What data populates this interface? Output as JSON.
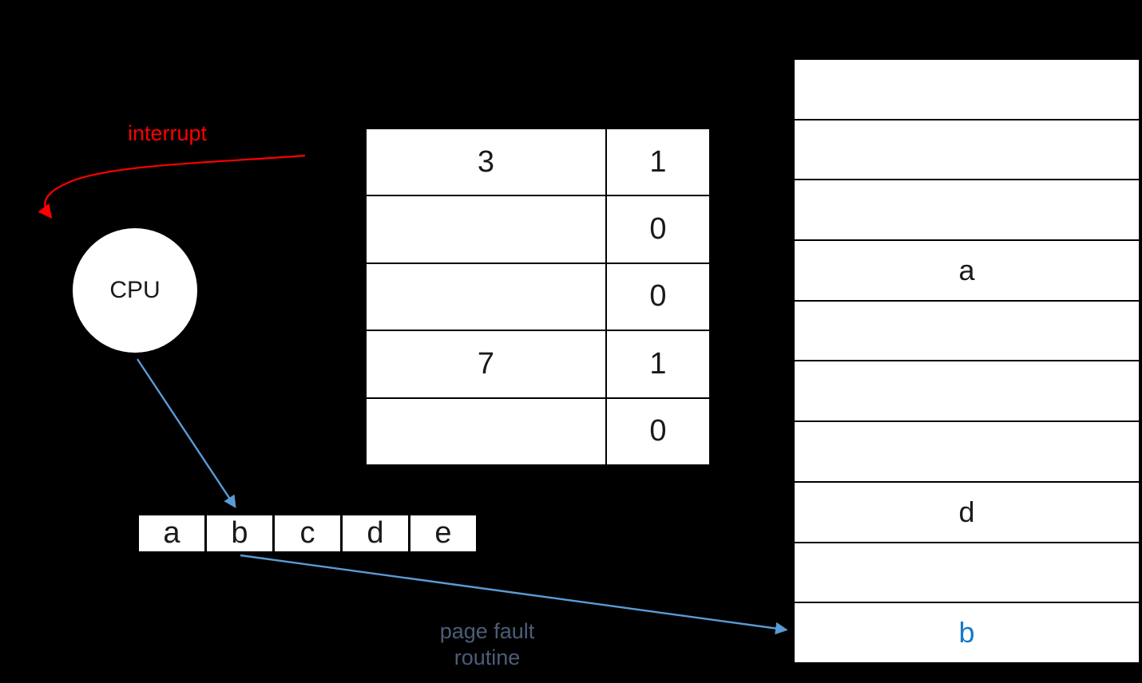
{
  "labels": {
    "interrupt": "interrupt",
    "cpu": "CPU",
    "page_fault_line1": "page fault",
    "page_fault_line2": "routine"
  },
  "page_table": {
    "rows": [
      {
        "frame": "3",
        "valid": "1"
      },
      {
        "frame": "",
        "valid": "0"
      },
      {
        "frame": "",
        "valid": "0"
      },
      {
        "frame": "7",
        "valid": "1"
      },
      {
        "frame": "",
        "valid": "0"
      }
    ]
  },
  "reference_string": {
    "cells": [
      "a",
      "b",
      "c",
      "d",
      "e"
    ]
  },
  "physical_memory": {
    "rows": [
      "",
      "",
      "",
      "a",
      "",
      "",
      "",
      "d",
      "",
      "b"
    ],
    "loaded_row_index": 9
  },
  "colors": {
    "background": "#000000",
    "interrupt_red": "#ff0000",
    "arrow_blue": "#5b9bd5",
    "loaded_page_blue": "#1779c9",
    "page_fault_text": "#4d5d78",
    "cell_white": "#ffffff",
    "table_text": "#1a1a1a"
  }
}
